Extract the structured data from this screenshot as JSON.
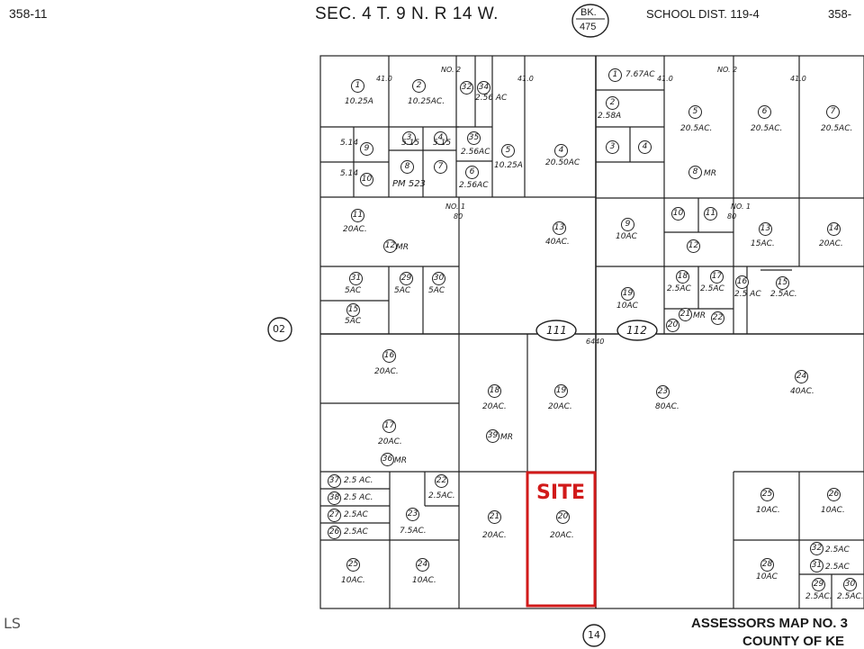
{
  "header": {
    "page_left": "358-11",
    "section": "SEC. 4  T. 9  N.  R 14  W.",
    "book_label": "BK.",
    "book_number": "475",
    "school_district": "SCHOOL  DIST. 119-4",
    "page_right": "358-"
  },
  "footer": {
    "left_mark": "LS",
    "bottom_number": "14",
    "map_title": "ASSESSORS MAP NO. 3",
    "county": "COUNTY OF KE"
  },
  "labels": {
    "parcel_02": "02",
    "block_111": "111",
    "block_112": "112",
    "site": "SITE",
    "no2_left": "NO. 2",
    "no2_right": "NO. 2",
    "no1_left": "NO. 1",
    "no1_right": "NO. 1",
    "dim_41_left": "41.0",
    "dim_41_mid": "41.0",
    "dim_41_midr": "41.0",
    "dim_41_right": "41.0",
    "dim_80_left": "80",
    "dim_80_right": "80",
    "dim_6440": "6440",
    "pm523": "PM 523"
  },
  "parcels": [
    {
      "n": "1",
      "a": "10.25A"
    },
    {
      "n": "2",
      "a": "10.25AC."
    },
    {
      "n": "32",
      "a": ""
    },
    {
      "n": "34",
      "a": "2.56 AC"
    },
    {
      "n": "5",
      "a": "10.25A"
    },
    {
      "n": "4",
      "a": "20.50AC"
    },
    {
      "n": "35",
      "a": "2.56AC"
    },
    {
      "n": "6",
      "a": "2.56AC"
    },
    {
      "n": "9",
      "a": "5.14"
    },
    {
      "n": "10",
      "a": "5.14"
    },
    {
      "n": "8",
      "a": ""
    },
    {
      "n": "7",
      "a": ""
    },
    {
      "n": "3",
      "a": "5.15"
    },
    {
      "n": "4",
      "a": "5.15"
    },
    {
      "n": "11",
      "a": "20AC."
    },
    {
      "n": "12",
      "a": "MR"
    },
    {
      "n": "13",
      "a": "40AC."
    },
    {
      "n": "31",
      "a": "5AC"
    },
    {
      "n": "29",
      "a": "5AC"
    },
    {
      "n": "30",
      "a": "5AC"
    },
    {
      "n": "15",
      "a": "5AC"
    },
    {
      "n": "16",
      "a": "20AC."
    },
    {
      "n": "17",
      "a": "20AC."
    },
    {
      "n": "36",
      "a": "MR"
    },
    {
      "n": "18",
      "a": "20AC."
    },
    {
      "n": "39",
      "a": "MR"
    },
    {
      "n": "19",
      "a": "20AC."
    },
    {
      "n": "37",
      "a": "2.5 AC."
    },
    {
      "n": "38",
      "a": "2.5 AC."
    },
    {
      "n": "27",
      "a": "2.5AC"
    },
    {
      "n": "26",
      "a": "2.5AC"
    },
    {
      "n": "22",
      "a": "2.5AC."
    },
    {
      "n": "23",
      "a": "7.5AC."
    },
    {
      "n": "21",
      "a": "20AC."
    },
    {
      "n": "20",
      "a": "20AC."
    },
    {
      "n": "25",
      "a": "10AC."
    },
    {
      "n": "24",
      "a": "10AC."
    },
    {
      "n": "1",
      "a": "7.67AC"
    },
    {
      "n": "2",
      "a": "2.58A"
    },
    {
      "n": "3",
      "a": ""
    },
    {
      "n": "4",
      "a": ""
    },
    {
      "n": "5",
      "a": "20.5AC."
    },
    {
      "n": "6",
      "a": "20.5AC."
    },
    {
      "n": "7",
      "a": "20.5AC."
    },
    {
      "n": "8",
      "a": "MR"
    },
    {
      "n": "9",
      "a": "10AC"
    },
    {
      "n": "10",
      "a": ""
    },
    {
      "n": "11",
      "a": ""
    },
    {
      "n": "12",
      "a": ""
    },
    {
      "n": "13",
      "a": "15AC."
    },
    {
      "n": "14",
      "a": "20AC."
    },
    {
      "n": "19",
      "a": "10AC"
    },
    {
      "n": "18",
      "a": "2.5AC"
    },
    {
      "n": "17",
      "a": "2.5AC"
    },
    {
      "n": "16",
      "a": "2.5 AC"
    },
    {
      "n": "15",
      "a": "2.5AC."
    },
    {
      "n": "20",
      "a": ""
    },
    {
      "n": "21",
      "a": "MR"
    },
    {
      "n": "22",
      "a": ""
    },
    {
      "n": "23",
      "a": "80AC."
    },
    {
      "n": "24",
      "a": "40AC."
    },
    {
      "n": "25",
      "a": "10AC."
    },
    {
      "n": "26",
      "a": "10AC."
    },
    {
      "n": "28",
      "a": "10AC"
    },
    {
      "n": "32",
      "a": "2.5AC"
    },
    {
      "n": "31",
      "a": "2.5AC"
    },
    {
      "n": "29",
      "a": "2.5AC."
    },
    {
      "n": "30",
      "a": "2.5AC."
    }
  ],
  "colors": {
    "line": "#222222",
    "site": "#d11a1a"
  }
}
